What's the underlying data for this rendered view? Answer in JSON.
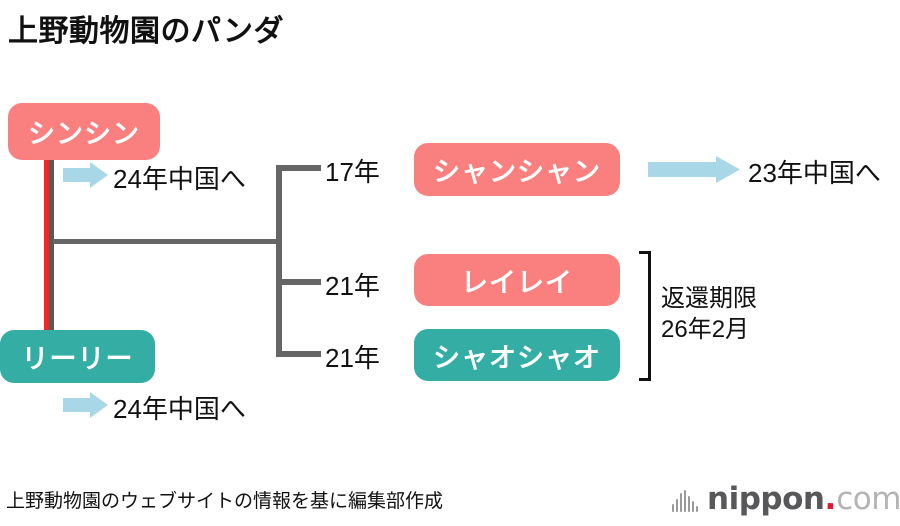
{
  "title": "上野動物園のパンダ",
  "colors": {
    "pink": "#fa8080",
    "teal": "#34ada5",
    "arrow_blue": "#a8d8e8",
    "line_gray": "#666666",
    "line_red": "#fa2222",
    "text": "#111111",
    "logo_red": "#e8162c",
    "logo_gray": "#58585a"
  },
  "parents": {
    "mother": {
      "name": "シンシン",
      "color": "pink",
      "departure": "24年中国へ",
      "arrow_icon": "right-arrow-icon"
    },
    "father": {
      "name": "リーリー",
      "color": "teal",
      "departure": "24年中国へ",
      "arrow_icon": "right-arrow-icon"
    }
  },
  "offspring": [
    {
      "year": "17年",
      "name": "シャンシャン",
      "color": "pink",
      "departure": "23年中国へ",
      "arrow_icon": "right-arrow-icon"
    },
    {
      "year": "21年",
      "name": "レイレイ",
      "color": "pink",
      "departure": "",
      "arrow_icon": ""
    },
    {
      "year": "21年",
      "name": "シャオシャオ",
      "color": "teal",
      "departure": "",
      "arrow_icon": ""
    }
  ],
  "bracket_note": "返還期限\n26年2月",
  "footer": {
    "source": "上野動物園のウェブサイトの情報を基に編集部作成",
    "logo": {
      "mark_icon": "sound-wave-icon",
      "word": "nippon",
      "dot": ".",
      "tld": "com"
    }
  }
}
